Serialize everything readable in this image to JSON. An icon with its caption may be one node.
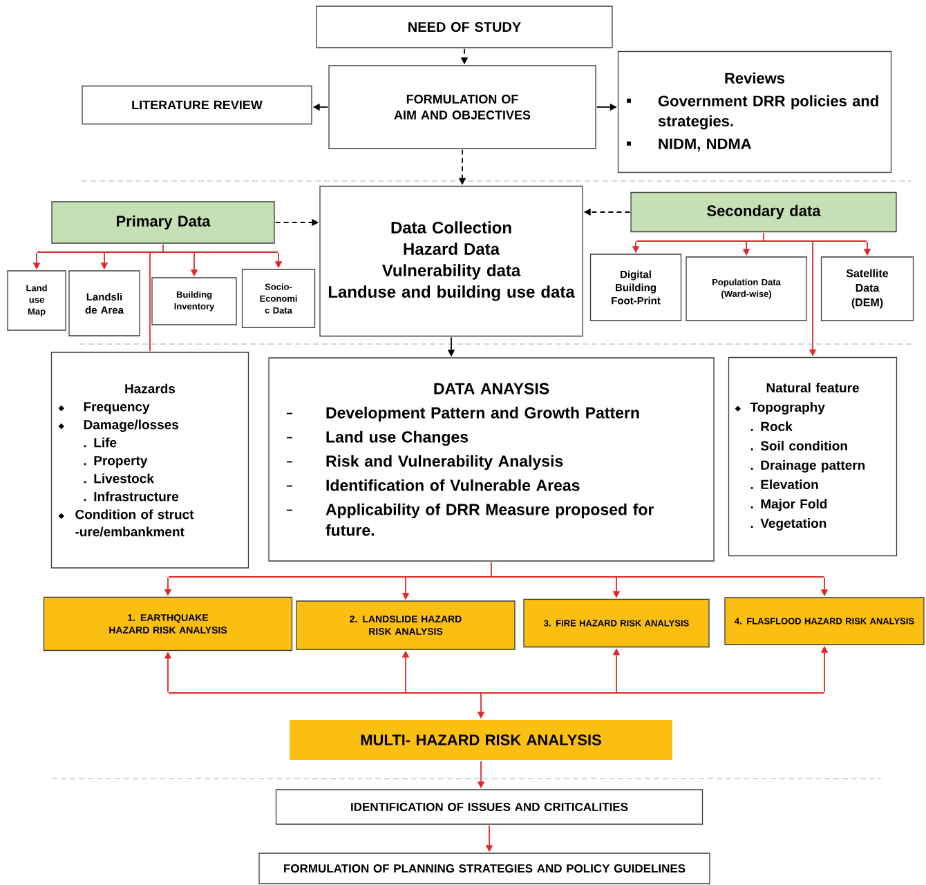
{
  "diagram": {
    "nodes": [
      {
        "text": [
          "NEED OF STUDY"
        ]
      },
      {
        "text": [
          "FORMULATION OF AIM AND OBJECTIVES"
        ]
      },
      {
        "text": [
          "LITERATURE REVIEW"
        ]
      },
      {
        "text": [
          "Reviews",
          "Government DRR policies and strategies.",
          "NIDM, NDMA"
        ]
      },
      {
        "text": [
          "Data Collection",
          "Hazard Data",
          "Vulnerability data",
          "Landuse and building use data"
        ]
      },
      {
        "text": [
          "Primary Data"
        ]
      },
      {
        "text": [
          "Land use Map"
        ]
      },
      {
        "text": [
          "Landsli de Area"
        ]
      },
      {
        "text": [
          "Building Inventory"
        ]
      },
      {
        "text": [
          "Socio- Economi c Data"
        ]
      },
      {
        "text": [
          "Secondary data"
        ]
      },
      {
        "text": [
          "Digital Building Foot-Print"
        ]
      },
      {
        "text": [
          "Population Data (Ward-wise)"
        ]
      },
      {
        "text": [
          "Satellite Data (DEM)"
        ]
      },
      {
        "text": [
          "Hazards",
          "Frequency",
          "Damage/losses",
          ". Life",
          ". Property",
          ". Livestock",
          ". Infrastructure",
          "Condition of struct -ure/embankment"
        ]
      },
      {
        "text": [
          "DATA ANAYSIS",
          "Development Pattern and Growth Pattern",
          "Land use Changes",
          "Risk and Vulnerability Analysis",
          "Identification of Vulnerable Areas",
          "Applicability of DRR Measure proposed for future."
        ]
      },
      {
        "text": [
          "Natural feature",
          "Topography",
          ". Rock",
          ". Soil condition",
          ". Drainage pattern",
          ". Elevation",
          ". Major Fold",
          ". Vegetation"
        ]
      },
      {
        "text": [
          "1. EARTHQUAKE HAZARD RISK ANALYSIS"
        ]
      },
      {
        "text": [
          "2. LANDSLIDE HAZARD RISK ANALYSIS"
        ]
      },
      {
        "text": [
          "3. FIRE HAZARD RISK ANALYSIS"
        ]
      },
      {
        "text": [
          "4. FLASFLOOD HAZARD RISK ANALYSIS"
        ]
      },
      {
        "text": [
          "MULTI- HAZARD RISK ANALYSIS"
        ]
      },
      {
        "text": [
          "IDENTIFICATION OF ISSUES AND CRITICALITIES"
        ]
      },
      {
        "text": [
          "FORMULATION OF PLANNING STRATEGIES AND POLICY GUIDELINES"
        ]
      }
    ],
    "edges": [
      {
        "from": 0,
        "to": 1,
        "arrow": "to",
        "style": "dashed",
        "color": "#000000"
      },
      {
        "from": 1,
        "to": 2,
        "arrow": "to",
        "color": "#000000"
      },
      {
        "from": 1,
        "to": 3,
        "arrow": "to",
        "color": "#000000"
      },
      {
        "from": 1,
        "to": 4,
        "arrow": "to",
        "style": "dashed",
        "color": "#000000"
      },
      {
        "from": 5,
        "to": 4,
        "arrow": "to",
        "style": "dashed",
        "color": "#000000"
      },
      {
        "from": 10,
        "to": 4,
        "arrow": "to",
        "style": "dashed",
        "color": "#000000"
      },
      {
        "from": 5,
        "to": 6,
        "arrow": "to"
      },
      {
        "from": 5,
        "to": 7,
        "arrow": "to"
      },
      {
        "from": 5,
        "to": 8,
        "arrow": "to"
      },
      {
        "from": 5,
        "to": 9,
        "arrow": "to"
      },
      {
        "from": 5,
        "to": 14,
        "arrow": "none"
      },
      {
        "from": 10,
        "to": 11,
        "arrow": "to"
      },
      {
        "from": 10,
        "to": 12,
        "arrow": "to"
      },
      {
        "from": 10,
        "to": 13,
        "arrow": "to"
      },
      {
        "from": 10,
        "to": 16,
        "arrow": "to"
      },
      {
        "from": 4,
        "to": 15,
        "arrow": "to",
        "color": "#000000"
      },
      {
        "from": 15,
        "to": 17,
        "arrow": "to"
      },
      {
        "from": 15,
        "to": 18,
        "arrow": "to"
      },
      {
        "from": 15,
        "to": 19,
        "arrow": "to"
      },
      {
        "from": 15,
        "to": 20,
        "arrow": "to"
      },
      {
        "from": 21,
        "to": 17,
        "arrow": "both"
      },
      {
        "from": 21,
        "to": 18,
        "arrow": "both"
      },
      {
        "from": 21,
        "to": 19,
        "arrow": "both"
      },
      {
        "from": 21,
        "to": 20,
        "arrow": "both"
      },
      {
        "from": 21,
        "to": 22,
        "arrow": "to"
      },
      {
        "from": 22,
        "to": 23,
        "arrow": "to"
      }
    ]
  }
}
